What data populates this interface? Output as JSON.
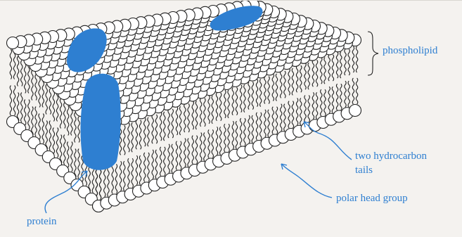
{
  "labels": {
    "phospholipid": "phospholipid",
    "tails_line1": "two hydrocarbon",
    "tails_line2": "tails",
    "head_group": "polar head group",
    "protein": "protein"
  },
  "colors": {
    "background": "#f4f2ef",
    "protein": "#2e7fd1",
    "label_text": "#2e7fd1",
    "line": "#222222",
    "head_fill": "#ffffff"
  }
}
